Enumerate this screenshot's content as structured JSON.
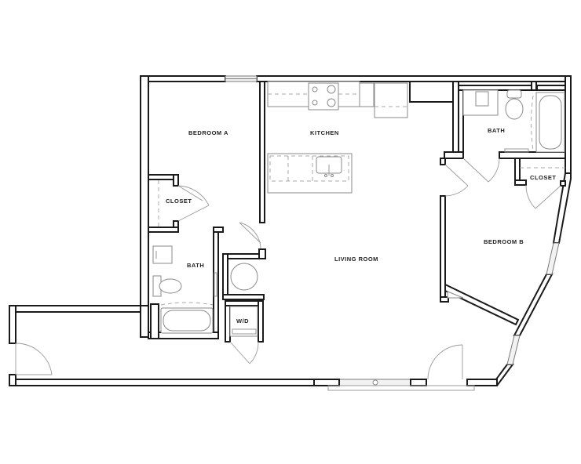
{
  "plan": {
    "type": "apartment floor plan",
    "colors": {
      "wall": "#1a1a1a",
      "fixture": "#8a8a8a",
      "background": "#ffffff"
    },
    "rooms": [
      {
        "id": "bedroom_a",
        "label": "BEDROOM A"
      },
      {
        "id": "kitchen",
        "label": "KITCHEN"
      },
      {
        "id": "bath_b",
        "label": "BATH"
      },
      {
        "id": "closet_b",
        "label": "CLOSET"
      },
      {
        "id": "closet_a",
        "label": "CLOSET"
      },
      {
        "id": "bath_a",
        "label": "BATH"
      },
      {
        "id": "living_room",
        "label": "LIVING ROOM"
      },
      {
        "id": "bedroom_b",
        "label": "BEDROOM B"
      },
      {
        "id": "laundry",
        "label": "W/D"
      }
    ],
    "fixtures": [
      "range-cooktop",
      "refrigerator",
      "kitchen-island-sink",
      "toilet",
      "bathtub",
      "vanity-sink",
      "water-heater",
      "washer-dryer"
    ]
  }
}
